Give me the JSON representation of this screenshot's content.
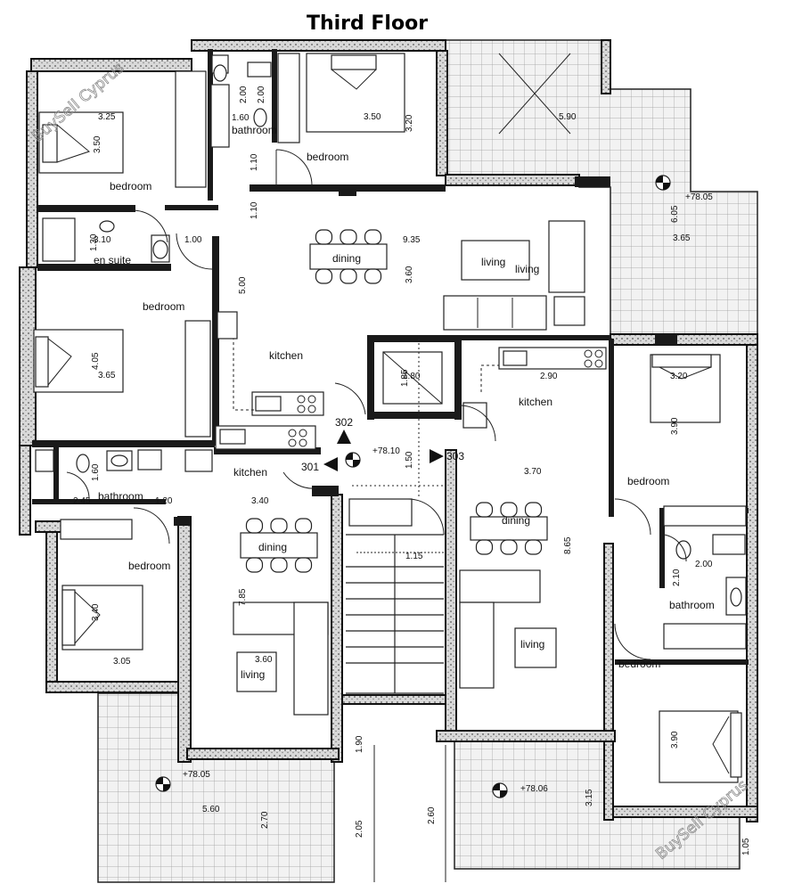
{
  "title": "Third Floor",
  "watermark": "BuySell Cyprus",
  "apartments": [
    "301",
    "302",
    "303"
  ],
  "rooms": {
    "bedroom_top_left": "bedroom",
    "bedroom_top_mid": "bedroom",
    "bathroom_top": "bathroom",
    "ensuite": "en suite",
    "bedroom_mid_left": "bedroom",
    "dining_top": "dining",
    "living_top_a": "living",
    "living_top_b": "living",
    "kitchen_top": "kitchen",
    "kitchen_right": "kitchen",
    "bedroom_right_top": "bedroom",
    "bathroom_left": "bathroom",
    "kitchen_left": "kitchen",
    "dining_left": "dining",
    "bedroom_left_bottom": "bedroom",
    "living_left": "living",
    "dining_right": "dining",
    "living_right": "living",
    "bathroom_right": "bathroom",
    "bedroom_right_bottom": "bedroom"
  },
  "dimensions": {
    "d1": "3.25",
    "d2": "3.50",
    "d3": "2.00",
    "d4": "2.00",
    "d5": "1.60",
    "d6": "3.50",
    "d7": "3.20",
    "d8": "5.90",
    "d9": "1.10",
    "d10": "1.10",
    "d11": "6.05",
    "d12": "3.65",
    "d13": "1.30",
    "d14": "3.10",
    "d15": "1.00",
    "d16": "9.35",
    "d17": "3.60",
    "d18": "5.00",
    "d19": "4.05",
    "d20": "3.65",
    "d21": "1.80",
    "d22": "1.85",
    "d23": "2.90",
    "d24": "3.20",
    "d25": "3.90",
    "d26": "1.50",
    "d27": "1.60",
    "d28": "2.45",
    "d29": "1.20",
    "d30": "3.40",
    "d31": "3.70",
    "d32": "1.15",
    "d33": "8.65",
    "d34": "2.00",
    "d35": "2.10",
    "d36": "7.85",
    "d37": "3.40",
    "d38": "3.05",
    "d39": "3.60",
    "d40": "3.90",
    "d41": "1.90",
    "d42": "3.15",
    "d43": "5.60",
    "d44": "2.70",
    "d45": "2.05",
    "d46": "2.60",
    "d47": "1.05"
  },
  "levels": {
    "l1": "+78.05",
    "l2": "+78.10",
    "l3": "+78.05",
    "l4": "+78.06"
  }
}
